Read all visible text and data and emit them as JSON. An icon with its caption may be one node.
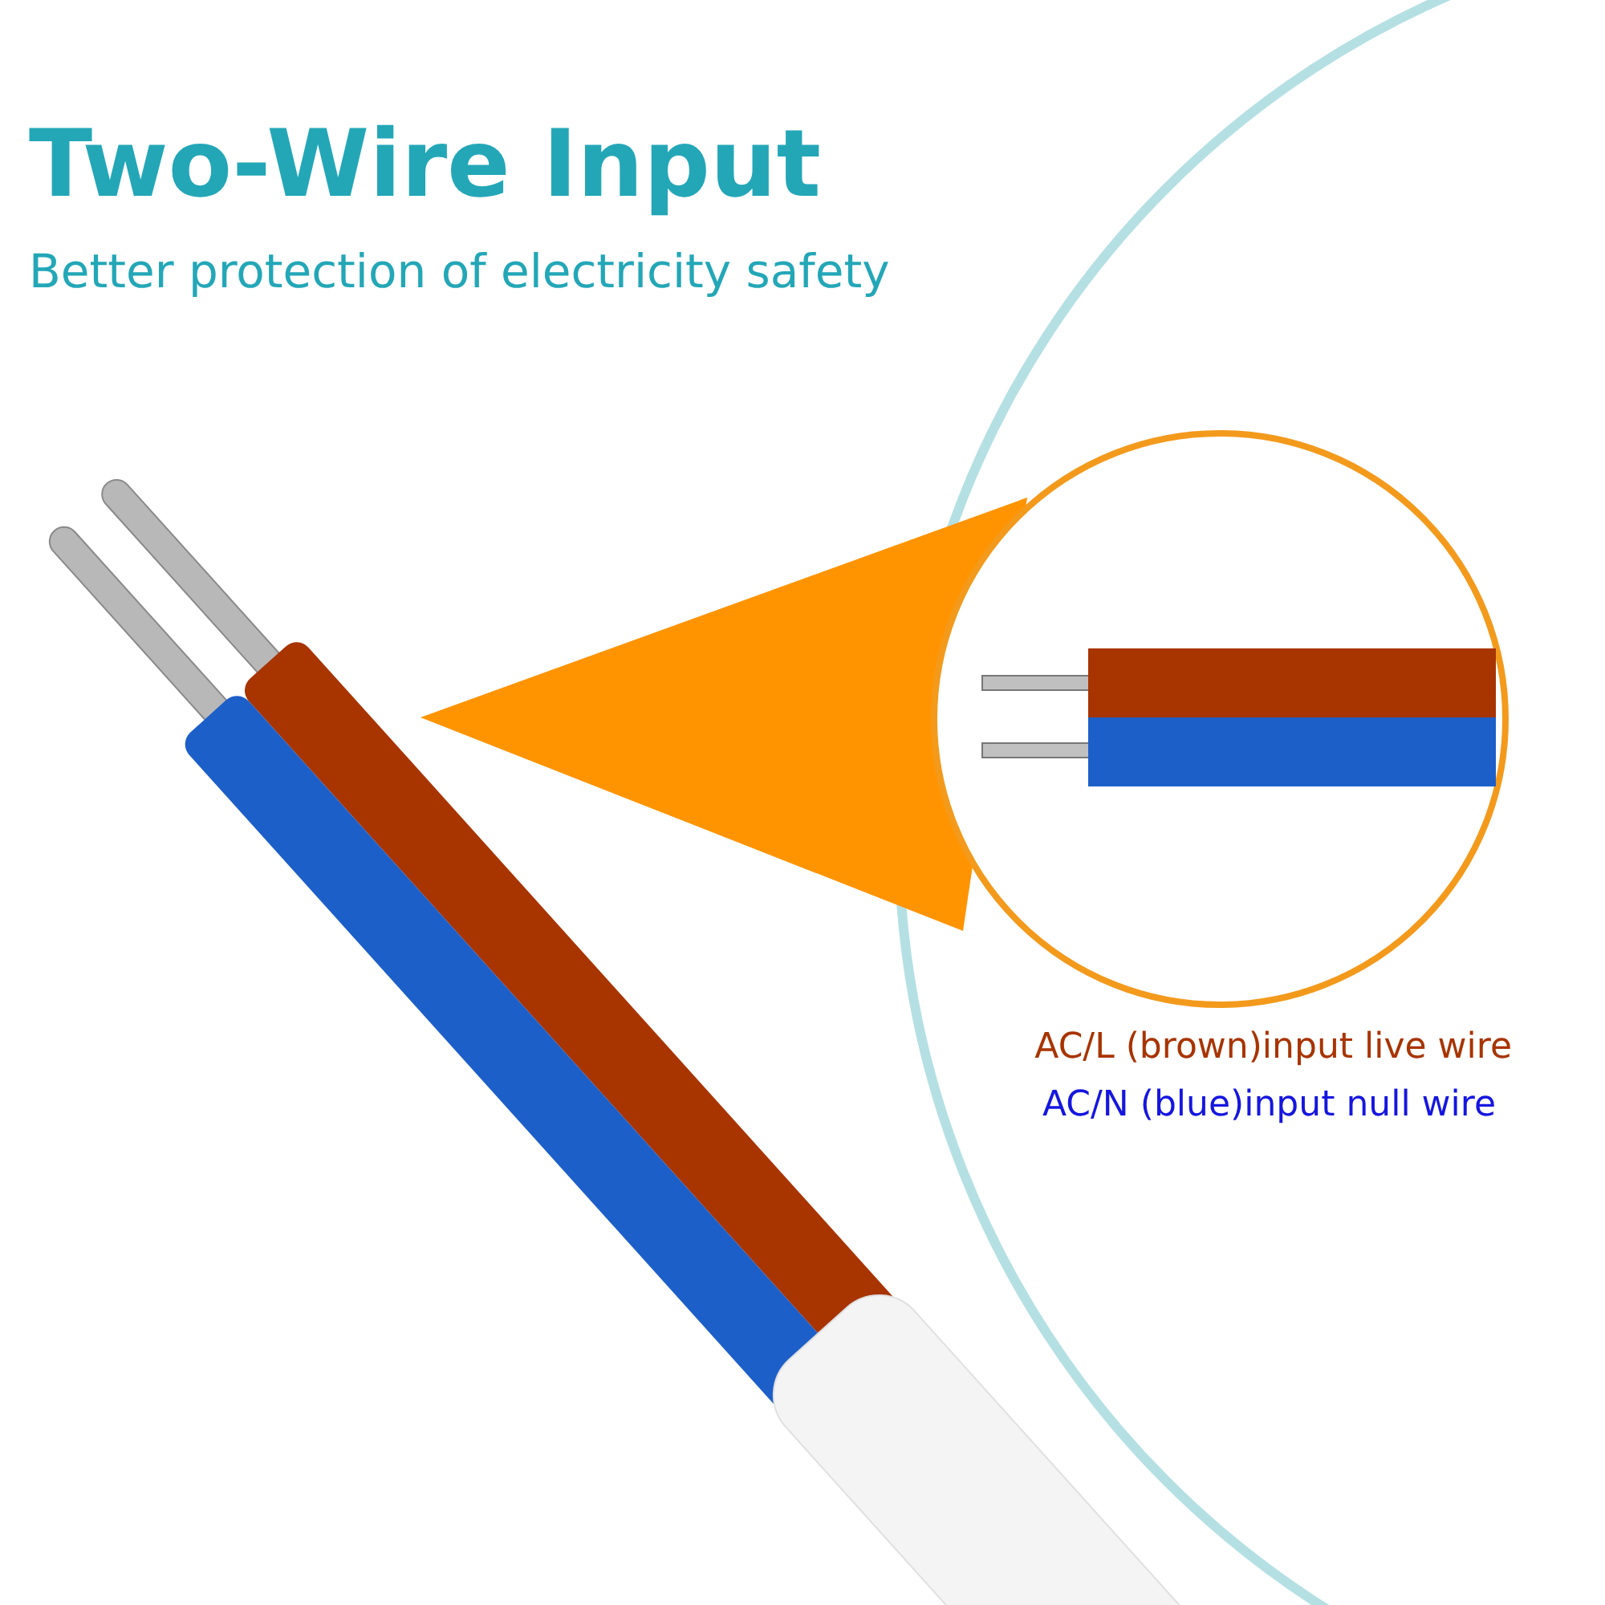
{
  "diagram": {
    "title": "Two-Wire Input",
    "labels": [
      "Better protection of electricity safety",
      "AC/L (brown)input live wire",
      "AC/N (blue)input null wire"
    ]
  }
}
